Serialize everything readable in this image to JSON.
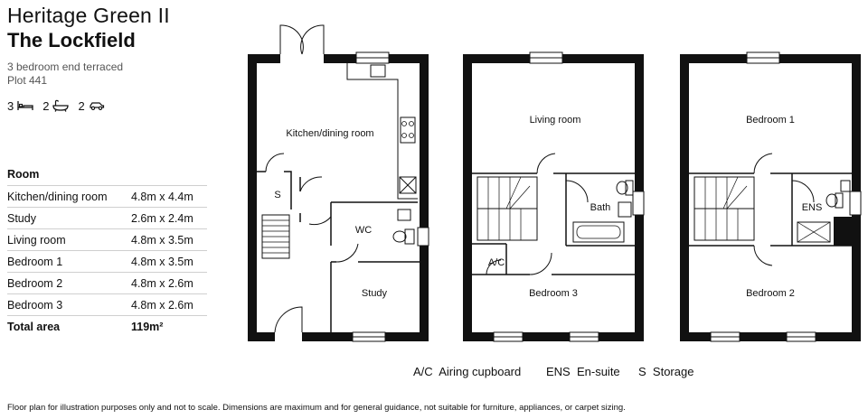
{
  "development": "Heritage Green II",
  "house_name": "The Lockfield",
  "description": "3 bedroom end terraced",
  "plot": "Plot 441",
  "features": {
    "bedrooms": "3",
    "bathrooms": "2",
    "parking": "2",
    "bed_icon": "bed-icon",
    "bath_icon": "bath-icon",
    "car_icon": "car-icon"
  },
  "table": {
    "header": "Room",
    "rows": [
      {
        "room": "Kitchen/dining room",
        "size": "4.8m x 4.4m"
      },
      {
        "room": "Study",
        "size": "2.6m x 2.4m"
      },
      {
        "room": "Living room",
        "size": "4.8m x 3.5m"
      },
      {
        "room": "Bedroom 1",
        "size": "4.8m x 3.5m"
      },
      {
        "room": "Bedroom 2",
        "size": "4.8m x 2.6m"
      },
      {
        "room": "Bedroom 3",
        "size": "4.8m x 2.6m"
      }
    ],
    "total_label": "Total area",
    "total_value": "119m²"
  },
  "plans": {
    "ground": {
      "kitchen": "Kitchen/dining room",
      "storage": "S",
      "wc": "WC",
      "study": "Study"
    },
    "first": {
      "living": "Living room",
      "bath": "Bath",
      "airing": "A/C",
      "bedroom3": "Bedroom 3"
    },
    "second": {
      "bedroom1": "Bedroom 1",
      "ensuite": "ENS",
      "bedroom2": "Bedroom 2"
    }
  },
  "legend": [
    {
      "abbr": "A/C",
      "meaning": "Airing cupboard"
    },
    {
      "abbr": "ENS",
      "meaning": "En-suite"
    },
    {
      "abbr": "S",
      "meaning": "Storage"
    }
  ],
  "footnote": "Floor plan for illustration purposes only and not to scale. Dimensions are maximum and for general guidance, not suitable for furniture, appliances, or carpet sizing."
}
